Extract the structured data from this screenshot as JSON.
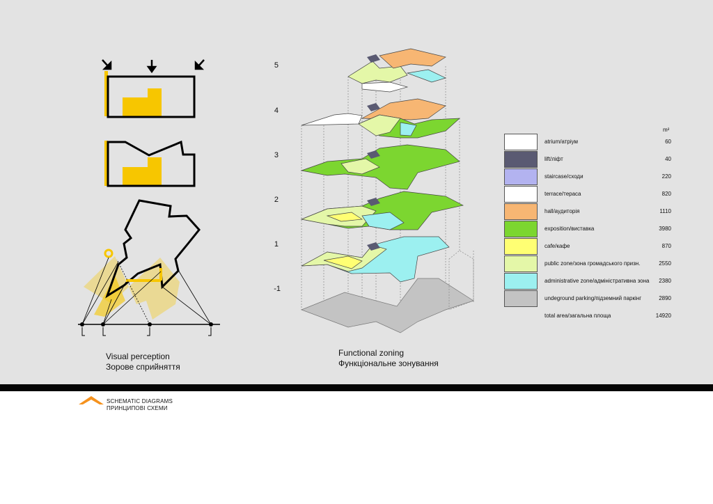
{
  "perception": {
    "caption_en": "Visual perception",
    "caption_ua": "Зорове сприйняття"
  },
  "zoning": {
    "caption_en": "Functional zoning",
    "caption_ua": "Функціональне зонування",
    "floor_labels": [
      "5",
      "4",
      "3",
      "2",
      "1",
      "-1"
    ]
  },
  "legend": {
    "unit": "m²",
    "items": [
      {
        "label": "atrium/атріум",
        "value": "60",
        "color": "#ffffff"
      },
      {
        "label": "lift/ліфт",
        "value": "40",
        "color": "#5a5a72"
      },
      {
        "label": "staircase/сходи",
        "value": "220",
        "color": "#b3b3f0"
      },
      {
        "label": "terrace/тераса",
        "value": "820",
        "color": "#ffffff"
      },
      {
        "label": "hall/аудиторія",
        "value": "1110",
        "color": "#f7b673"
      },
      {
        "label": "exposition/виставка",
        "value": "3980",
        "color": "#7cd630"
      },
      {
        "label": "cafe/кафе",
        "value": "870",
        "color": "#ffff73"
      },
      {
        "label": "public zone/зона громадського призн.",
        "value": "2550",
        "color": "#e4f7a8"
      },
      {
        "label": "administrative zone/адміністративна зона",
        "value": "2380",
        "color": "#9cf0f0"
      },
      {
        "label": "undeground parking/підземний паркінг",
        "value": "2890",
        "color": "#c3c3c3"
      }
    ],
    "total_label": "total area/загальна площа",
    "total_value": "14920"
  },
  "footer": {
    "title_en": "SCHEMATIC DIAGRAMS",
    "title_ua": "ПРИНЦИПОВІ СХЕМИ",
    "accent_color": "#f5921e"
  }
}
